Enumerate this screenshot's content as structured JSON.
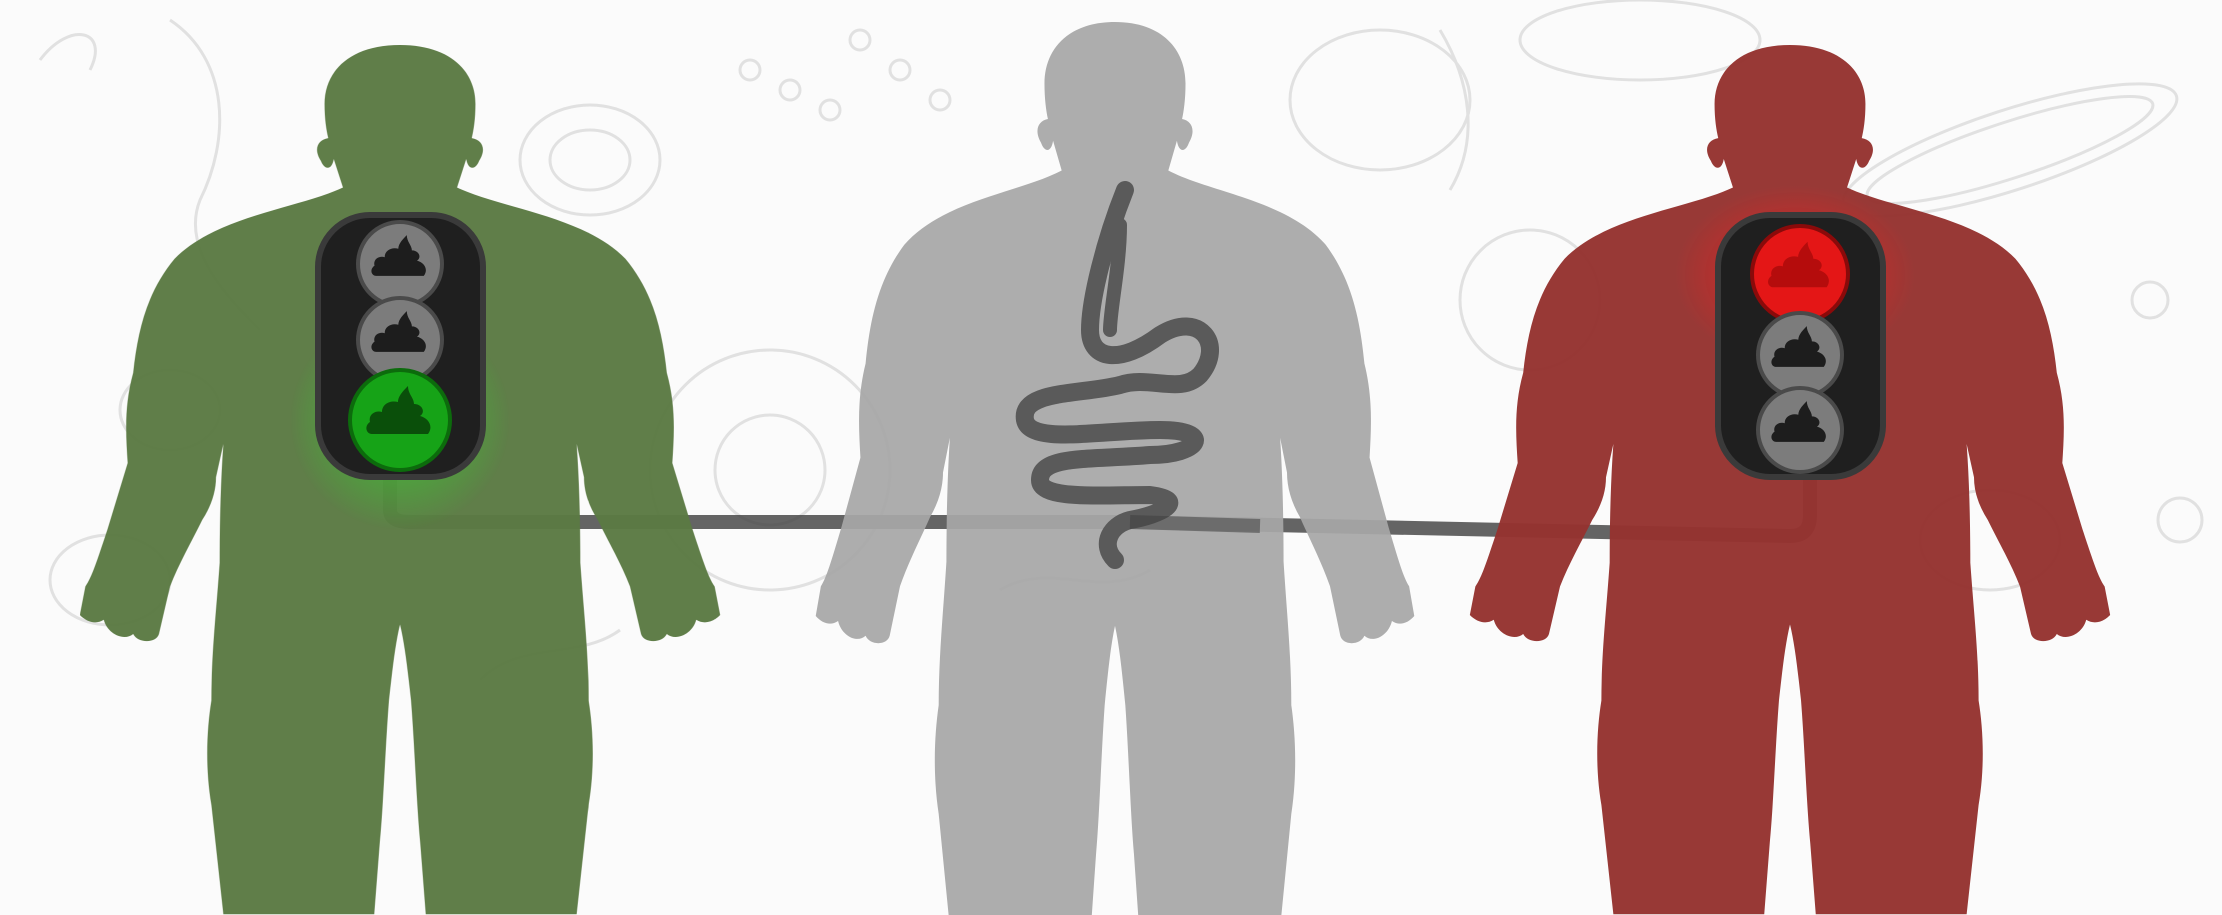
{
  "scene": {
    "background": "#fbfbfb",
    "microbe_doodle_color": "#dcdcdc",
    "figures": [
      {
        "id": "healthy",
        "body_color": "#5b7a43",
        "active_light": "bottom",
        "active_color": "#16a317"
      },
      {
        "id": "digestive",
        "body_color": "#a7a7a7",
        "gut_color": "#5a5a5a"
      },
      {
        "id": "unhealthy",
        "body_color": "#953330",
        "active_light": "top",
        "active_color": "#e41616"
      }
    ],
    "traffic_light": {
      "housing_color": "#2a2a2a",
      "inactive_lamp_color": "#7c7c7c",
      "icon": "poop-icon"
    },
    "connector_color": "#3f3f3f"
  }
}
